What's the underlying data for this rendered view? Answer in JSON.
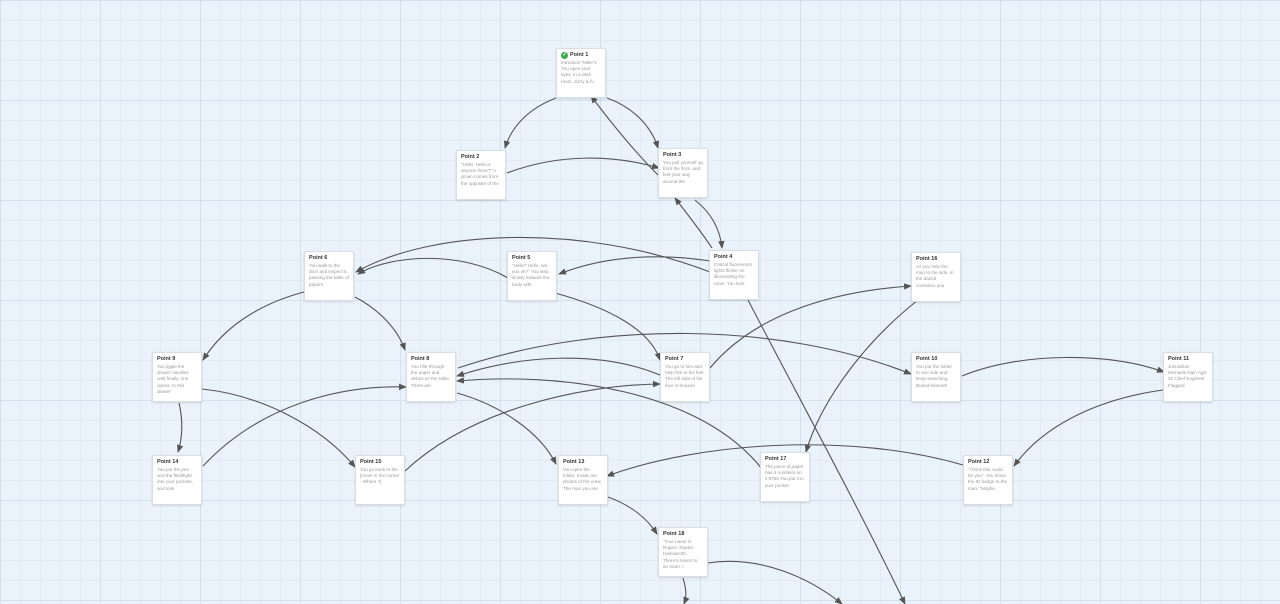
{
  "nodes": [
    {
      "id": "p1",
      "title": "Point 1",
      "text": "Introduce \"Mike\"1 You open your eyes, in a dark room, dizzy & fu",
      "checked": true
    },
    {
      "id": "p2",
      "title": "Point 2",
      "text": "\"Hello. Hello is anyone there?\" A groan comes from the opposite of the"
    },
    {
      "id": "p3",
      "title": "Point 3",
      "text": "You pull yourself up from the floor, and feel your way around the"
    },
    {
      "id": "p4",
      "title": "Point 4",
      "text": "Critical fluorescent lights flicker on illuminating the room. You look"
    },
    {
      "id": "p5",
      "title": "Point 5",
      "text": "\"Hello? Hello, are you ok?\" You step slowly towards the body with"
    },
    {
      "id": "p6",
      "title": "Point 6",
      "text": "You walk to the door and inspect it, passing the table of papers"
    },
    {
      "id": "p7",
      "title": "Point 7",
      "text": "You go to him and help him to his feet. The left side of his face is bruised"
    },
    {
      "id": "p8",
      "title": "Point 8",
      "text": "You rifle through the paper and debris on the table. There are"
    },
    {
      "id": "p9",
      "title": "Point 9",
      "text": "You jiggle the drawer handles until finally, one opens. In this drawer"
    },
    {
      "id": "p10",
      "title": "Point 10",
      "text": "You put the folder to one side and keep searching. Buried beneath"
    },
    {
      "id": "p11",
      "title": "Point 11",
      "text": "Johnathan Michaels Nain Age: 31 Chief Engineer Flagged"
    },
    {
      "id": "p12",
      "title": "Point 12",
      "text": "\"I think this could be you\". You show the ID badge to the man. \"Maybe,"
    },
    {
      "id": "p13",
      "title": "Point 13",
      "text": "You open the folder. Inside are photos of the crew. The man you are"
    },
    {
      "id": "p14",
      "title": "Point 14",
      "text": "You put the pen and the flashlight into your pockets, and look"
    },
    {
      "id": "p15",
      "title": "Point 15",
      "text": "You go back to the [move in the corner - Where ?]"
    },
    {
      "id": "p16",
      "title": "Point 16",
      "text": "As you help the man to the side, in the dazed confusion you"
    },
    {
      "id": "p17",
      "title": "Point 17",
      "text": "The piece of paper has 4 numbers on it 8765 You put it in your pocket"
    },
    {
      "id": "p18",
      "title": "Point 18",
      "text": "\"Your name is Rupert. Rupert Hainsworth. There's resent to an room. I"
    }
  ],
  "colors": {
    "edge": "#555555",
    "card_border": "#d9dee4",
    "check": "#3aaa4a"
  }
}
